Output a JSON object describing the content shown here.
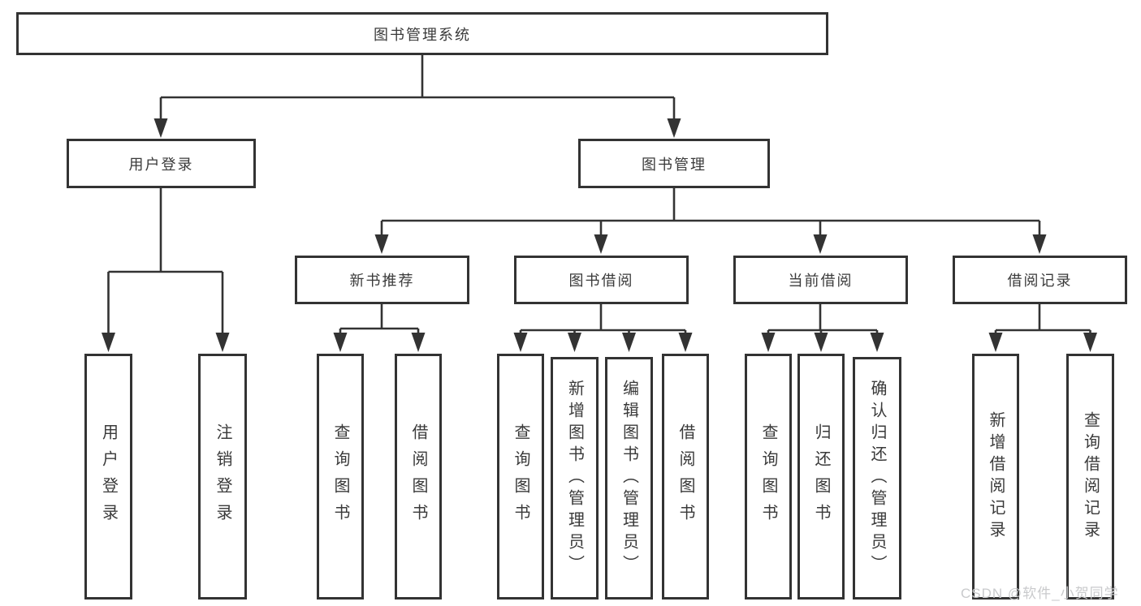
{
  "diagram": {
    "root_label": "图书管理系统",
    "level2": [
      {
        "label": "用户登录"
      },
      {
        "label": "图书管理"
      }
    ],
    "level3": [
      {
        "label": "新书推荐"
      },
      {
        "label": "图书借阅"
      },
      {
        "label": "当前借阅"
      },
      {
        "label": "借阅记录"
      }
    ],
    "leaves": {
      "user_login": [
        "用户登录",
        "注销登录"
      ],
      "new_book_recommend": [
        "查询图书",
        "借阅图书"
      ],
      "book_borrow": [
        "查询图书",
        "新增图书（管理员）",
        "编辑图书（管理员）",
        "借阅图书"
      ],
      "current_borrow": [
        "查询图书",
        "归还图书",
        "确认归还（管理员）"
      ],
      "borrow_record": [
        "新增借阅记录",
        "查询借阅记录"
      ]
    },
    "watermark": "CSDN @软件_小贺同学",
    "colors": {
      "line": "#333333",
      "text": "#3a3a3a",
      "watermark": "#c9cacc",
      "background": "#ffffff"
    }
  }
}
